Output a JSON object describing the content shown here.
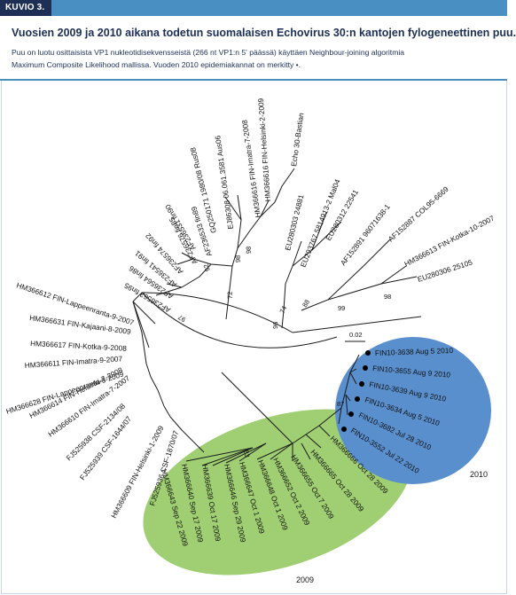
{
  "header": {
    "figure_label": "KUVIO 3.",
    "title": "Vuosien 2009 ja 2010 aikana todetun suomalaisen Echovirus 30:n kantojen fylogeneettinen puu.",
    "caption_line1": "Puu on luotu osittaisista VP1 nukleotidisekvensseistä (266 nt  VP1:n 5' päässä) käyttäen Neighbour-joining algoritmia",
    "caption_line2": "Maximum Composite Likelihood mallissa. Vuoden 2010 epidemiakannat on merkitty •."
  },
  "colors": {
    "group_2009": "#9fcf72",
    "group_2010": "#5a8fce",
    "header_dark": "#1d2f55",
    "header_bar": "#4a8fc2"
  },
  "groups": {
    "g2009": "2009",
    "g2010": "2010"
  },
  "scale": "0.02",
  "leaves": {
    "l_bastian": "Echo 30-Bastian",
    "l_helsinki2_2009": "HM366616 FIN-Helsinki-2-2009",
    "l_imatra7_2008": "HM366616 FIN-Imatra-7-2008",
    "l_ej86308": "EJ86308 06.061.3581 Aus06",
    "l_gq250171": "GQ250171 1980/08 Rus08",
    "l_af236533": "AF236533 fin89",
    "l_af236576": "AF236576 fin85",
    "l_af236531": "AF236531 fin90",
    "l_af236574": "AF236574 fin92",
    "l_af236541": "AF236541 fin91",
    "l_af236564": "AF236564 fin86",
    "l_af236563": "AF236563 fin95",
    "l_eu280303": "EU280303 24881",
    "l_eu293767": "EU293767 5814913-2 Mal04",
    "l_eu280312": "EU280312 22541",
    "l_af152891": "AF152891 96071638-1",
    "l_af152887": "AF152887 COL95-6669",
    "l_kotka10": "HM366613 FIN-Kotka-10-2007",
    "l_eu280306": "EU280306 25105",
    "l_lappeenranta9": "HM366612 FIN-Lappeenranta-9-2007",
    "l_kajaani8": "HM366631 FIN-Kajaani-8-2009",
    "l_kotka9": "HM366617 FIN-Kotka-9-2008",
    "l_imatra9": "HM366611 FIN-Imatra-9-2007",
    "l_lappeenranta8": "HM366628 FIN-Lappeenranta-8-2009",
    "l_helsinki7": "HM366614 FIN-Helsinki-7-2008",
    "l_imatra7_2007": "HM366610 FIN-Imatra-7-2007",
    "l_fj525938": "FJ525938 CSF-2134/08",
    "l_fj525939": "FJ525939 CSF-1644/07",
    "l_helsinki1": "HM366609 FIN-Helsinki-1-2009",
    "l_fj525936": "FJ525936 CSF-1870/07",
    "l_hm366643": "HM366643 Sep 22 2009",
    "l_hm366640": "HM366640 Sep 17 2009",
    "l_hm366639": "HM366639 Oct 17 2009",
    "l_hm366646": "HM366646 Sep 29 2009",
    "l_hm366647": "HM366647 Oct 1 2009",
    "l_hm366648": "HM366648 Oct 1 2009",
    "l_hm366652": "HM366652 Oct 2 2009",
    "l_hm366655": "HM366655 Oct 7 2009",
    "l_hm366665": "HM366665 Oct 28 2009",
    "l_hm366666": "HM366666 Oct 28 2009",
    "l_fin3638": "FIN10-3638 Aug 5 2010",
    "l_fin3655": "FIN10-3655 Aug 9 2010",
    "l_fin3639": "FIN10-3639 Aug 9 2010",
    "l_fin3634": "FIN10-3634 Aug 5 2010",
    "l_fin3682": "FIN10-3682 Jul 28 2010",
    "l_fin3552": "FIN10-3552 Jul 22 2010"
  },
  "bootstrap": {
    "b98a": "98",
    "b98b": "98",
    "b92": "92",
    "b97": "97",
    "b72": "72",
    "b96": "96",
    "b74": "74",
    "b88": "88",
    "b99": "99",
    "b98c": "98",
    "b83": "83",
    "b87": "87"
  }
}
